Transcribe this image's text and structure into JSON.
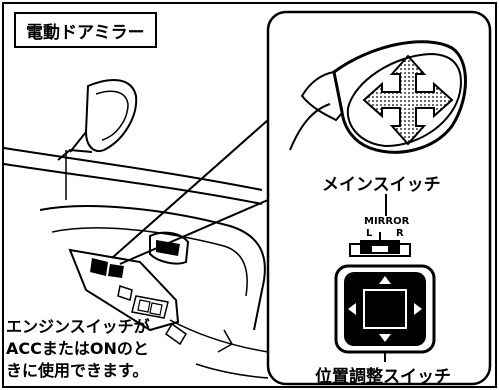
{
  "title": "電動ドアミラー",
  "labels": {
    "main_switch": "メインスイッチ",
    "adjust_switch": "位置調整スイッチ",
    "mirror": "MIRROR",
    "left": "L",
    "right": "R"
  },
  "note_lines": [
    "エンジンスイッチが",
    "ACCまたはONのと",
    "きに使用できます。"
  ]
}
